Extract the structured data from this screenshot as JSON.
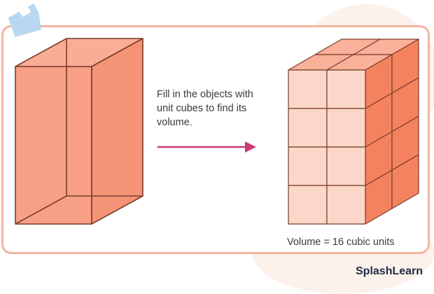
{
  "caption": {
    "line1": "Fill in the objects with",
    "line2": "unit cubes to find its",
    "line3": "volume."
  },
  "volume_label": "Volume = 16 cubic units",
  "brand": "SplashLearn",
  "colors": {
    "card_border": "#f6b49d",
    "prism_fill": "#f7a086",
    "prism_edge": "#7a3d2a",
    "cube_front": "#fbd7c9",
    "cube_top": "#fab19a",
    "cube_side": "#f5825f",
    "arrow": "#c83a78",
    "tile": "#b8d8f2",
    "text": "#3a3a3a"
  },
  "cubes": {
    "columns": 2,
    "rows": 4,
    "depth": 2,
    "count": 16
  }
}
